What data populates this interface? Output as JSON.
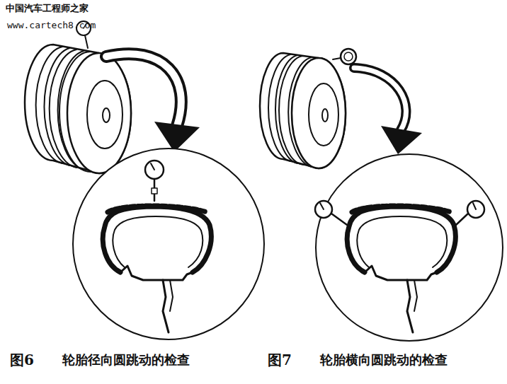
{
  "diagram": {
    "labels": [
      "中国汽车工程师之家",
      "www.cartech8.com",
      "图6",
      "轮胎径向圆跳动的检查",
      "图7",
      "轮胎横向圆跳动的检查"
    ]
  }
}
